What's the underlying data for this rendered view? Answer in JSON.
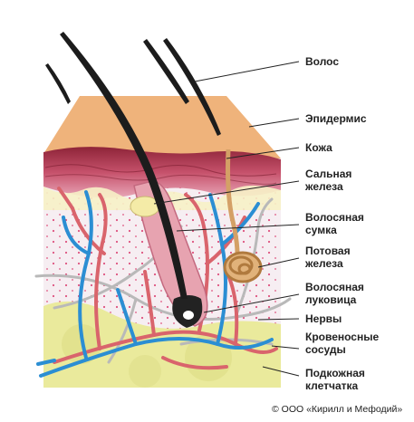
{
  "labels": {
    "hair": "Волос",
    "epidermis": "Эпидермис",
    "skin": "Кожа",
    "sebaceous_gland_1": "Сальная",
    "sebaceous_gland_2": "железа",
    "hair_follicle_1": "Волосяная",
    "hair_follicle_2": "сумка",
    "sweat_gland_1": "Потовая",
    "sweat_gland_2": "железа",
    "hair_bulb_1": "Волосяная",
    "hair_bulb_2": "луковица",
    "nerves": "Нервы",
    "blood_vessels_1": "Кровеносные",
    "blood_vessels_2": "сосуды",
    "subcutaneous_1": "Подкожная",
    "subcutaneous_2": "клетчатка"
  },
  "copyright": "© ООО «Кирилл и Мефодий»",
  "colors": {
    "epidermis": "#efb37b",
    "dermis_top": "#b8354e",
    "dermis": "#f6eef2",
    "fat": "#eaea9c",
    "hair": "#1c1c1c",
    "artery": "#d9646c",
    "vein": "#2b8ed3",
    "nerve": "#bdbdbd",
    "leader_line": "#222222"
  }
}
